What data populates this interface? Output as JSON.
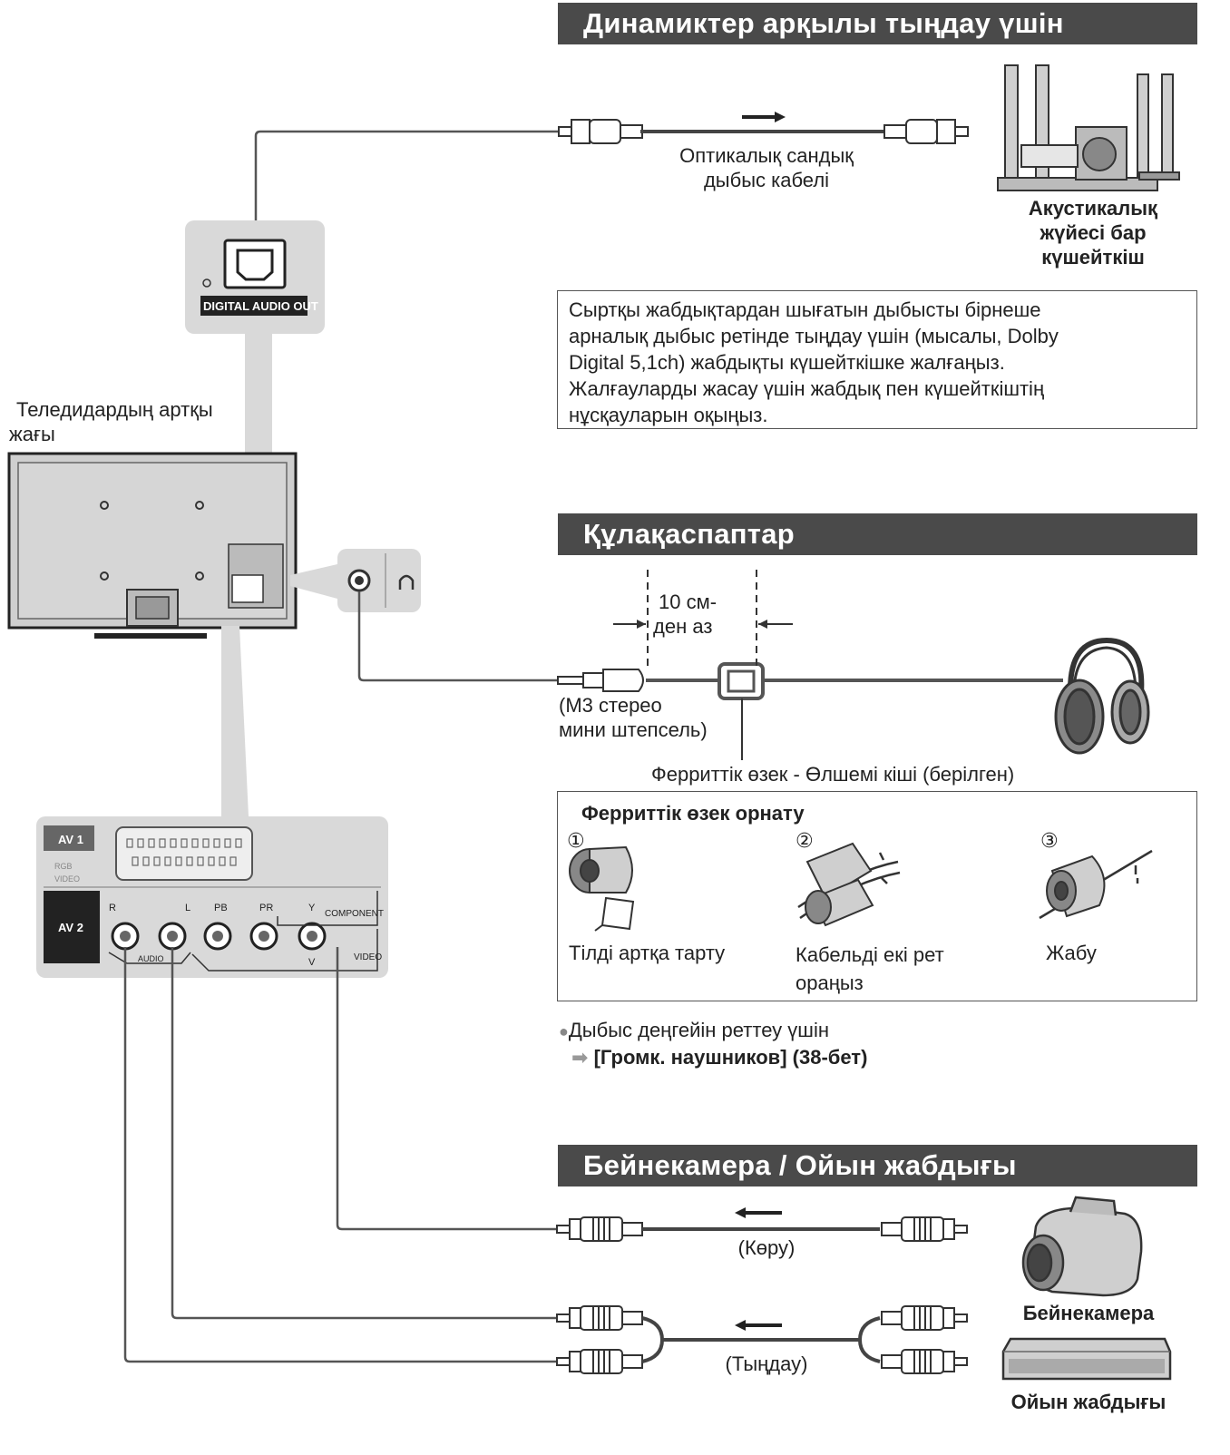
{
  "sections": {
    "speakers": {
      "title": "Динамиктер арқылы тыңдау үшін",
      "cable_label_line1": "Оптикалық сандық",
      "cable_label_line2": "дыбыс кабелі",
      "device_line1": "Акустикалық",
      "device_line2": "жүйесі бар",
      "device_line3": "күшейткіш",
      "note_lines": [
        "Сыртқы жабдықтардан шығатын дыбысты бірнеше",
        "арналық дыбыс ретінде тыңдау үшін (мысалы, Dolby",
        "Digital 5,1ch) жабдықты күшейткішке жалғаңыз.",
        "Жалғауларды жасау үшін жабдық пен күшейткіштің",
        "нұсқауларын оқыңыз."
      ],
      "port_label": "DIGITAL AUDIO OUT"
    },
    "tv": {
      "label_line1": "Теледидардың артқы",
      "label_line2": "жағы"
    },
    "headphones": {
      "title": "Құлақаспаптар",
      "distance_line1": "10 см-",
      "distance_line2": "ден аз",
      "plug_line1": "(М3 стерео",
      "plug_line2": "мини штепсель)",
      "ferrite_label": "Ферриттік өзек - Өлшемі кіші (берілген)",
      "ferrite_box_title": "Ферриттік өзек орнату",
      "steps": [
        {
          "num": "①",
          "text_line1": "Тілді артқа тарту",
          "text_line2": ""
        },
        {
          "num": "②",
          "text_line1": "Кабельді екі рет",
          "text_line2": "ораңыз"
        },
        {
          "num": "③",
          "text_line1": "Жабу",
          "text_line2": ""
        }
      ],
      "volume_note": "Дыбыс деңгейін реттеу үшін",
      "volume_link": "[Громк. наушников] (38-бет)"
    },
    "camcorder": {
      "title": "Бейнекамера / Ойын жабдығы",
      "view_label": "(Көру)",
      "listen_label": "(Тыңдау)",
      "device1": "Бейнекамера",
      "device2": "Ойын жабдығы"
    },
    "panel": {
      "av1": "AV 1",
      "av2": "AV 2",
      "rgb": "RGB",
      "video": "VIDEO",
      "jack_r": "R",
      "jack_l": "L",
      "jack_pb": "PB",
      "jack_pr": "PR",
      "jack_y": "Y",
      "audio": "AUDIO",
      "component": "COMPONENT",
      "video_in": "VIDEO",
      "v": "V"
    }
  }
}
